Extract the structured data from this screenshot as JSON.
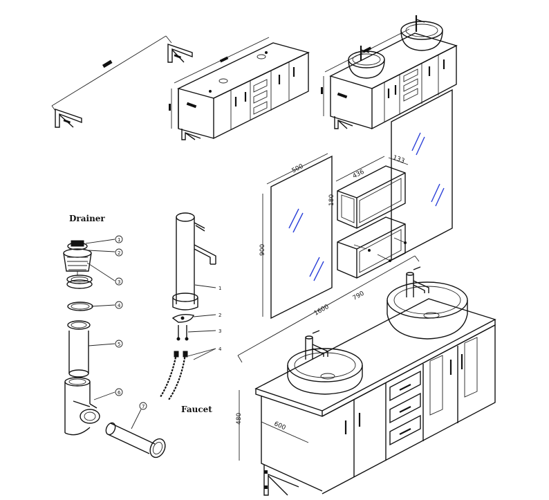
{
  "titles": {
    "drainer": "Drainer",
    "faucet": "Faucet"
  },
  "dimensions": {
    "mirror_width": "500",
    "mirror_height": "900",
    "shelf_width": "436",
    "shelf_depth": "133",
    "shelf_height": "180",
    "vanity_length": "1600",
    "vanity_top": "790",
    "vanity_depth": "600",
    "vanity_height": "480"
  },
  "drainer_parts": [
    "1",
    "2",
    "3",
    "4",
    "5",
    "6",
    "7"
  ],
  "faucet_parts": [
    "1",
    "2",
    "3",
    "4"
  ],
  "colors": {
    "line": "#111111",
    "glass": "#2a3fd8",
    "background": "#ffffff"
  }
}
